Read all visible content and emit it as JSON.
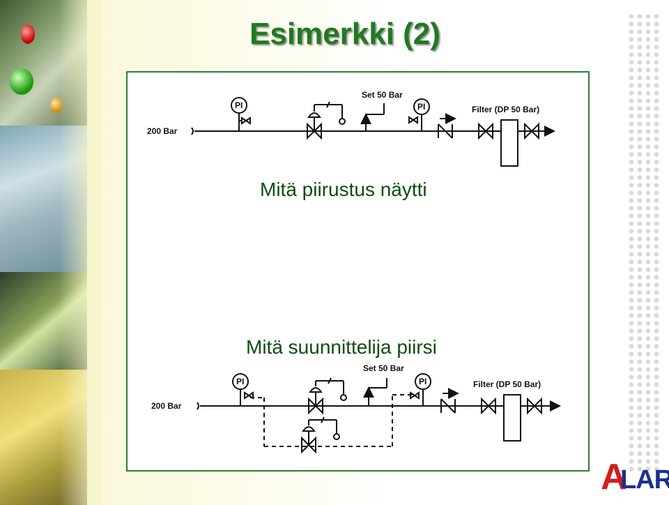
{
  "slide": {
    "title": "Esimerkki (2)",
    "section_drawn": "Mitä piirustus näytti",
    "section_designed": "Mitä suunnittelija piirsi"
  },
  "diagram_top": {
    "inlet_label": "200 Bar",
    "setpoint_label": "Set 50 Bar",
    "pi_label_1": "PI",
    "pi_label_2": "PI",
    "filter_label": "Filter (DP 50 Bar)"
  },
  "diagram_bottom": {
    "inlet_label": "200 Bar",
    "setpoint_label": "Set 50 Bar",
    "pi_label_1": "PI",
    "pi_label_2": "PI",
    "filter_label": "Filter (DP 50 Bar)"
  },
  "logo": {
    "text_a": "A",
    "text_rest": "LARP",
    "brand_red": "#d41c1c",
    "brand_blue": "#1c2f8f"
  },
  "colors": {
    "title_green": "#1f7a1f",
    "frame_green": "#2e7d32",
    "text_green": "#0e4d0e"
  }
}
